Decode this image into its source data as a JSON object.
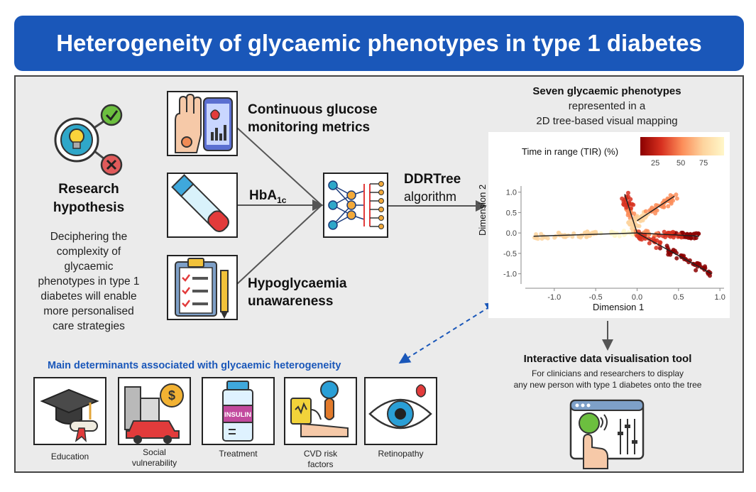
{
  "title": "Heterogeneity of glycaemic phenotypes in type 1 diabetes",
  "hypothesis": {
    "title_line1": "Research",
    "title_line2": "hypothesis",
    "body": [
      "Deciphering the",
      "complexity of",
      "glycaemic",
      "phenotypes in type 1",
      "diabetes will enable",
      "more personalised",
      "care strategies"
    ]
  },
  "inputs": {
    "cgm_line1": "Continuous glucose",
    "cgm_line2": "monitoring metrics",
    "hba1c_main": "HbA",
    "hba1c_sub": "1c",
    "hypo_line1": "Hypoglycaemia",
    "hypo_line2": "unawareness"
  },
  "algorithm": {
    "name": "DDRTree",
    "word": "algorithm"
  },
  "phenotypes": {
    "line1": "Seven glycaemic phenotypes",
    "line2": "represented in a",
    "line3": "2D tree-based visual mapping"
  },
  "colorbar": {
    "label": "Time in range (TIR) (%)",
    "ticks": [
      "25",
      "50",
      "75"
    ],
    "colors": [
      "#8b0000",
      "#d7301f",
      "#fc8d59",
      "#fdd49e",
      "#fff7c9"
    ]
  },
  "chart_data": {
    "type": "scatter",
    "title": "",
    "xlabel": "Dimension 1",
    "ylabel": "Dimension 2",
    "xlim": [
      -1.35,
      1.05
    ],
    "ylim": [
      -1.25,
      1.15
    ],
    "xticks": [
      "-1.0",
      "-0.5",
      "0.0",
      "0.5",
      "1.0"
    ],
    "yticks": [
      "1.0",
      "0.5",
      "0.0",
      "-0.5",
      "-1.0"
    ],
    "branches": [
      {
        "name": "left",
        "from": [
          0.0,
          0.0
        ],
        "to": [
          -1.25,
          -0.08
        ]
      },
      {
        "name": "upper-left",
        "from": [
          0.0,
          0.0
        ],
        "to": [
          -0.15,
          0.95
        ]
      },
      {
        "name": "upper-right",
        "from": [
          0.0,
          0.3
        ],
        "to": [
          0.45,
          0.9
        ]
      },
      {
        "name": "right",
        "from": [
          0.0,
          0.0
        ],
        "to": [
          0.75,
          -0.08
        ]
      },
      {
        "name": "lower-right",
        "from": [
          0.0,
          0.0
        ],
        "to": [
          0.9,
          -1.0
        ]
      }
    ],
    "grid": false,
    "legend": "colorbar top-right"
  },
  "tool": {
    "title": "Interactive data visualisation tool",
    "sub_line1": "For clinicians and researchers to display",
    "sub_line2": "any new person with type 1 diabetes onto the tree"
  },
  "determinants": {
    "title": "Main determinants associated with glycaemic heterogeneity",
    "items": [
      {
        "label_line1": "Education",
        "label_line2": "",
        "label_line3": "",
        "icon": "graduation-cap-icon"
      },
      {
        "label_line1": "Social",
        "label_line2": "vulnerability",
        "label_line3": "",
        "icon": "city-money-icon"
      },
      {
        "label_line1": "Treatment",
        "label_line2": "",
        "label_line3": "",
        "icon": "insulin-vial-icon"
      },
      {
        "label_line1": "CVD risk",
        "label_line2": "factors",
        "label_line3": "",
        "icon": "blood-pressure-icon"
      },
      {
        "label_line1": "Retinopathy",
        "label_line2": "",
        "label_line3": "",
        "icon": "eye-icon"
      }
    ],
    "insulin_label": "INSULIN"
  }
}
